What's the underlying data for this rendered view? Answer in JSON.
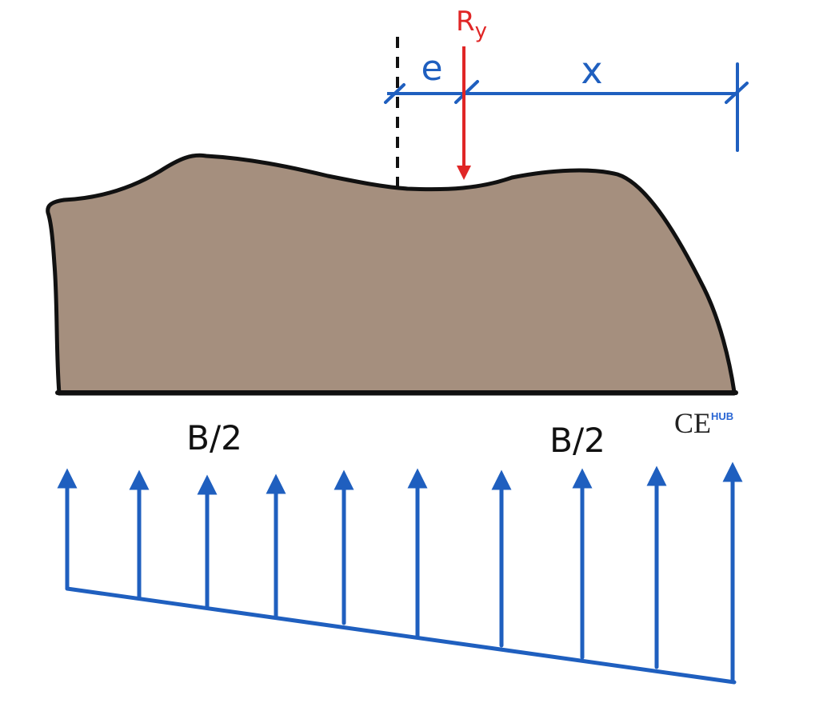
{
  "colors": {
    "soil_fill": "#a58f7e",
    "outline": "#111111",
    "dimension_blue": "#1f5fbf",
    "force_red": "#e02626",
    "logo_blue": "#2a66d4"
  },
  "labels": {
    "resultant": {
      "main": "R",
      "sub": "y"
    },
    "eccentricity": "e",
    "distance": "x",
    "half_width_left": "B/2",
    "half_width_right": "B/2"
  },
  "logo": {
    "main": "CE",
    "superscript": "HUB"
  }
}
